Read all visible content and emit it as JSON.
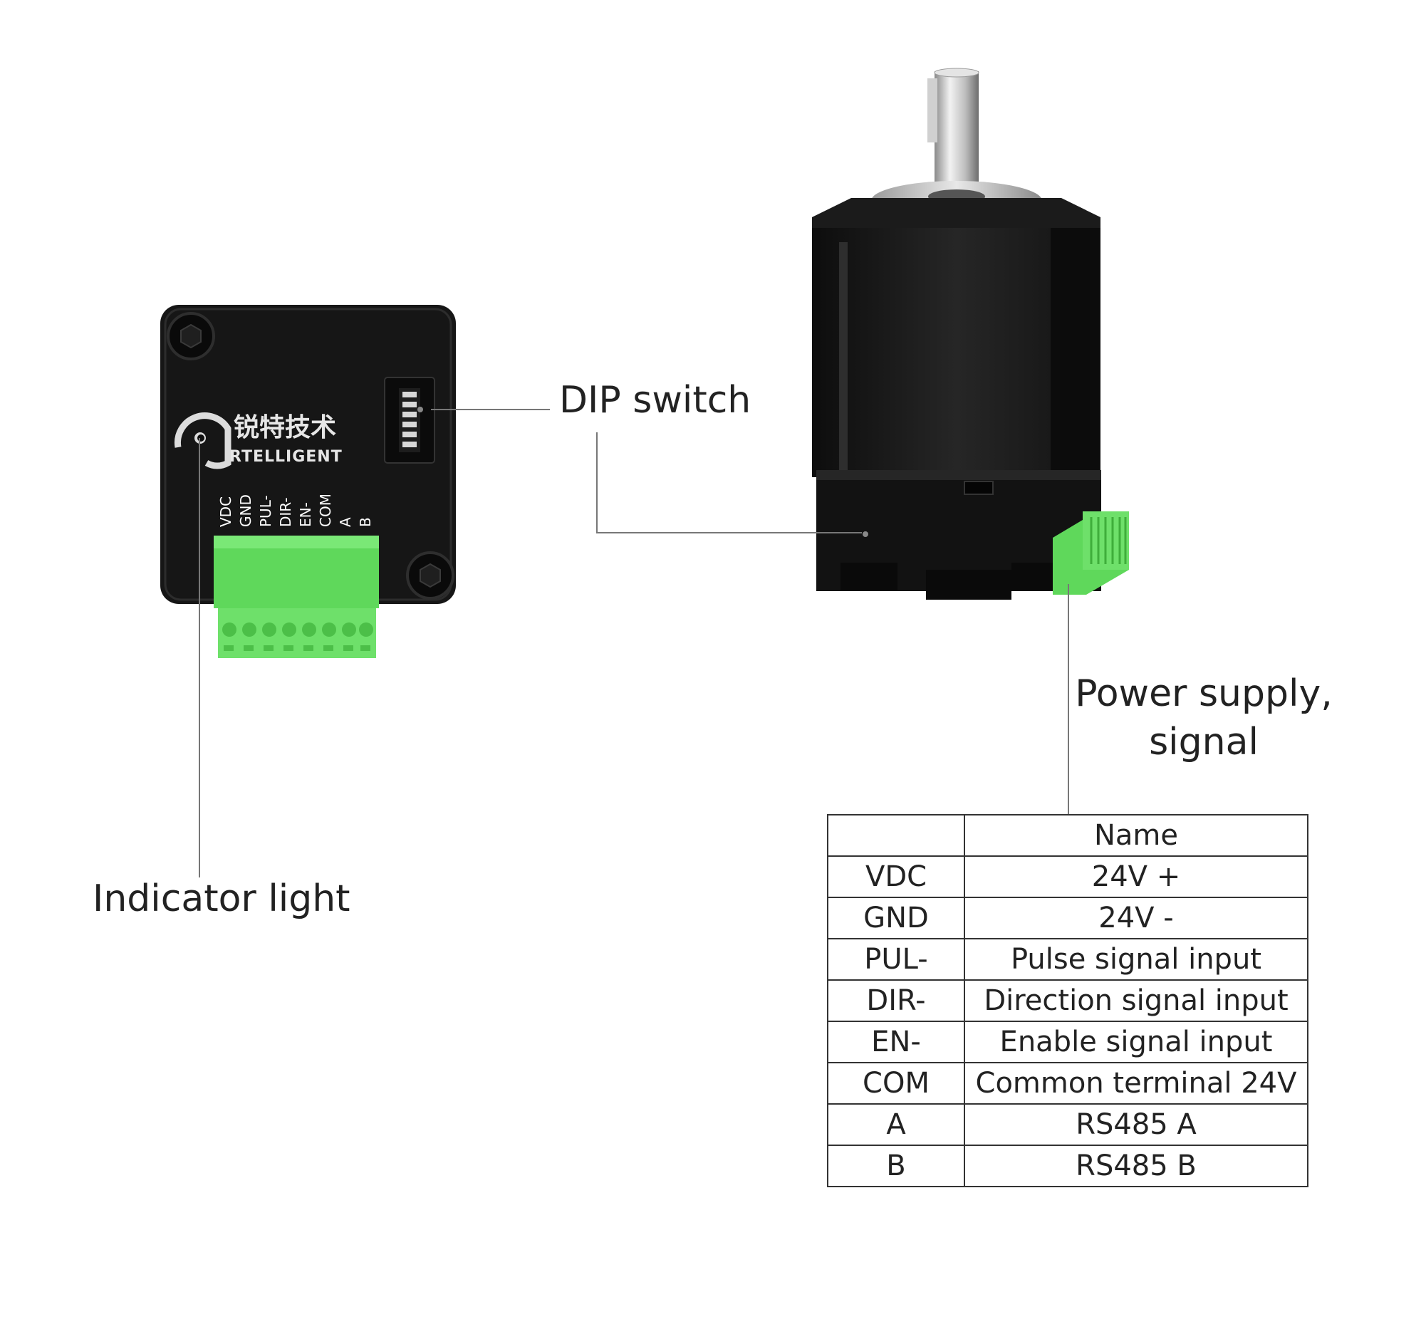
{
  "callouts": {
    "dip_switch": "DIP switch",
    "indicator_light": "Indicator light",
    "power_supply_line1": "Power supply,",
    "power_supply_line2": "signal"
  },
  "logo": {
    "cn": "锐特技术",
    "en": "RTELLIGENT"
  },
  "pin_labels": [
    "VDC",
    "GND",
    "PUL-",
    "DIR-",
    "EN-",
    "COM",
    "A",
    "B"
  ],
  "table": {
    "header": [
      "",
      "Name"
    ],
    "rows": [
      [
        "VDC",
        "24V +"
      ],
      [
        "GND",
        "24V -"
      ],
      [
        "PUL-",
        "Pulse signal input"
      ],
      [
        "DIR-",
        "Direction signal input"
      ],
      [
        "EN-",
        "Enable signal input"
      ],
      [
        "COM",
        "Common terminal 24V"
      ],
      [
        "A",
        "RS485 A"
      ],
      [
        "B",
        "RS485 B"
      ]
    ]
  },
  "colors": {
    "terminal_green": "#6ee06a",
    "body_black": "#161616",
    "leader_gray": "#777777"
  }
}
